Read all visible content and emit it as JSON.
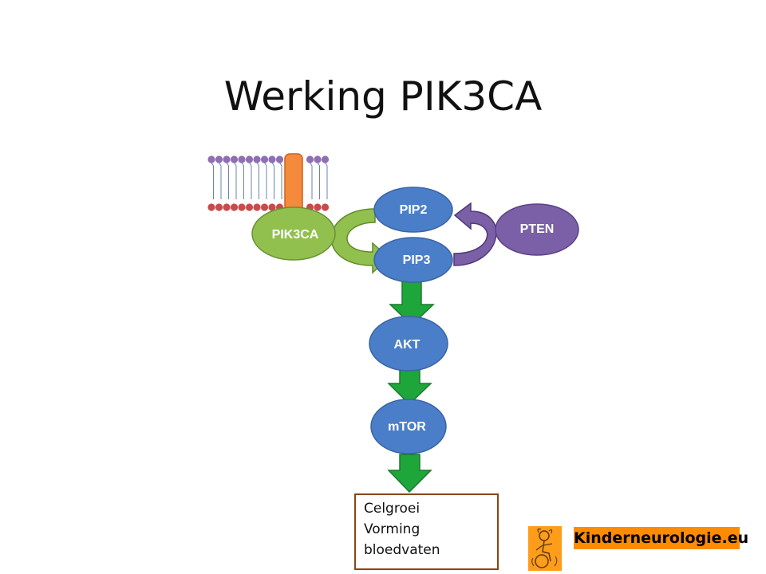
{
  "title": "Werking PIK3CA",
  "nodes": {
    "pik3ca": "PIK3CA",
    "pip2": "PIP2",
    "pip3": "PIP3",
    "pten": "PTEN",
    "akt": "AKT",
    "mtor": "mTOR"
  },
  "outcomes": [
    "Celgroei",
    "Vorming",
    "bloedvaten"
  ],
  "brand": "Kinderneurologie.eu",
  "colors": {
    "node_blue": "#4a7ec8",
    "pik3ca_green": "#92c04e",
    "pten_purple": "#7b5fa7",
    "flow_green": "#1ea63a",
    "membrane_purple": "#8e6fb3",
    "membrane_red": "#c94a4a",
    "channel_orange": "#f58a3c",
    "brand_orange": "#ff8c00",
    "outcome_border": "#8b4513"
  }
}
